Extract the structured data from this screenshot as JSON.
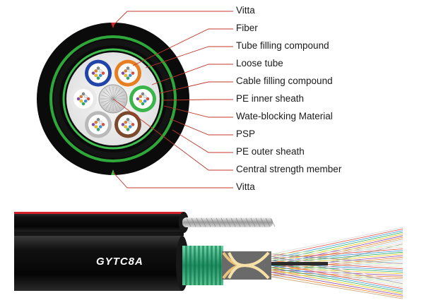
{
  "labels": [
    "Vitta",
    "Fiber",
    "Tube filling compound",
    "Loose tube",
    "Cable filling compound",
    "PE inner sheath",
    "Wate-blocking Material",
    "PSP",
    "PE outer sheath",
    "Central strength member",
    "Vitta"
  ],
  "cable_model": "GYTC8A",
  "colors": {
    "outer_sheath": "#0b0b0b",
    "inner_sheath_ring": "#2fa83a",
    "vitta_marker": "#d3202a",
    "leader_line": "#c0392b",
    "tube_blue": "#2044a8",
    "tube_orange": "#e67e22",
    "tube_green": "#39b54a",
    "tube_brown": "#7b4a2e",
    "tube_white": "#e8e8e8",
    "tube_grey": "#b9b9b9"
  }
}
